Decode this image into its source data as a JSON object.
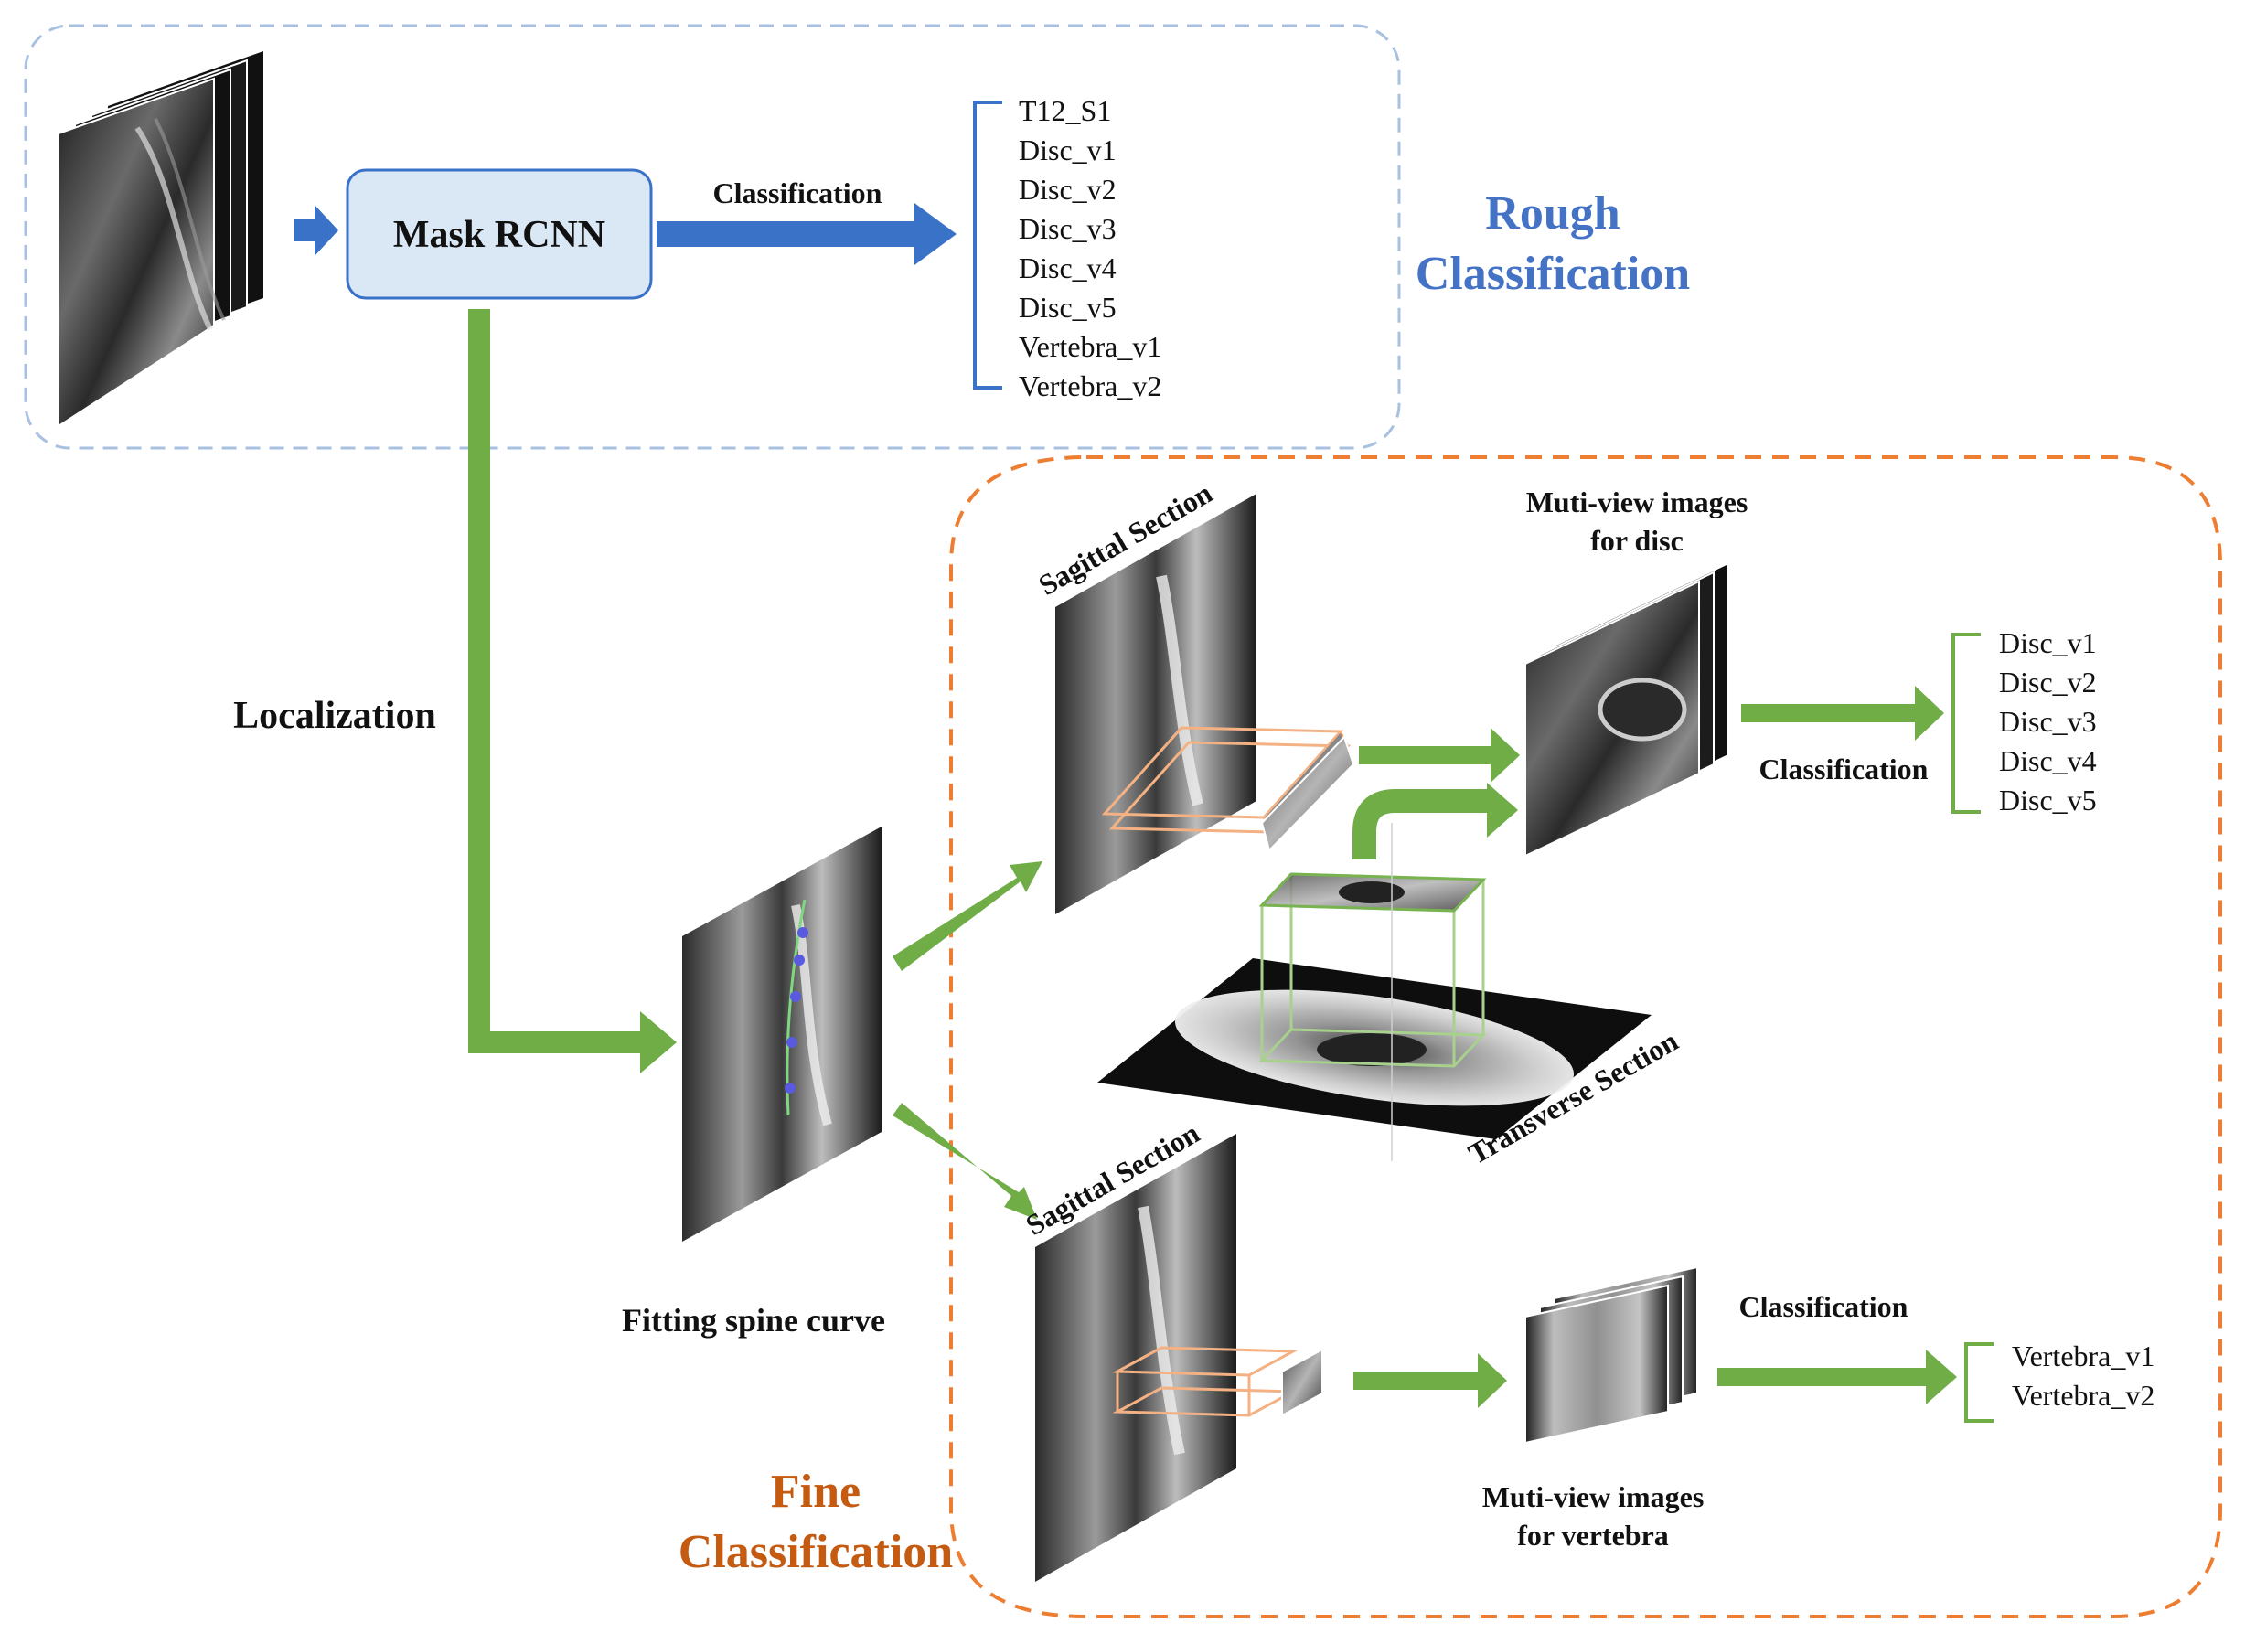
{
  "rough": {
    "title_line1": "Rough",
    "title_line2": "Classification",
    "model_label": "Mask RCNN",
    "arrow_label": "Classification",
    "classes": [
      "T12_S1",
      "Disc_v1",
      "Disc_v2",
      "Disc_v3",
      "Disc_v4",
      "Disc_v5",
      "Vertebra_v1",
      "Vertebra_v2"
    ]
  },
  "localization_label": "Localization",
  "fitting_label": "Fitting spine curve",
  "fine": {
    "title_line1": "Fine",
    "title_line2": "Classification",
    "sagittal_top_label": "Sagittal Section",
    "sagittal_bottom_label": "Sagittal Section",
    "transverse_label": "Transverse Section",
    "disc_views_line1": "Muti-view images",
    "disc_views_line2": "for disc",
    "disc_arrow_label": "Classification",
    "disc_classes": [
      "Disc_v1",
      "Disc_v2",
      "Disc_v3",
      "Disc_v4",
      "Disc_v5"
    ],
    "vert_views_line1": "Muti-view images",
    "vert_views_line2": "for vertebra",
    "vert_arrow_label": "Classification",
    "vert_classes": [
      "Vertebra_v1",
      "Vertebra_v2"
    ]
  },
  "colors": {
    "rough_accent": "#4472c4",
    "rough_border": "#a9c1e0",
    "fine_accent": "#c55a11",
    "fine_border": "#ed7d31",
    "green_arrow": "#70ad47",
    "blue_arrow": "#3a72c8",
    "model_fill": "#dae7f5"
  }
}
